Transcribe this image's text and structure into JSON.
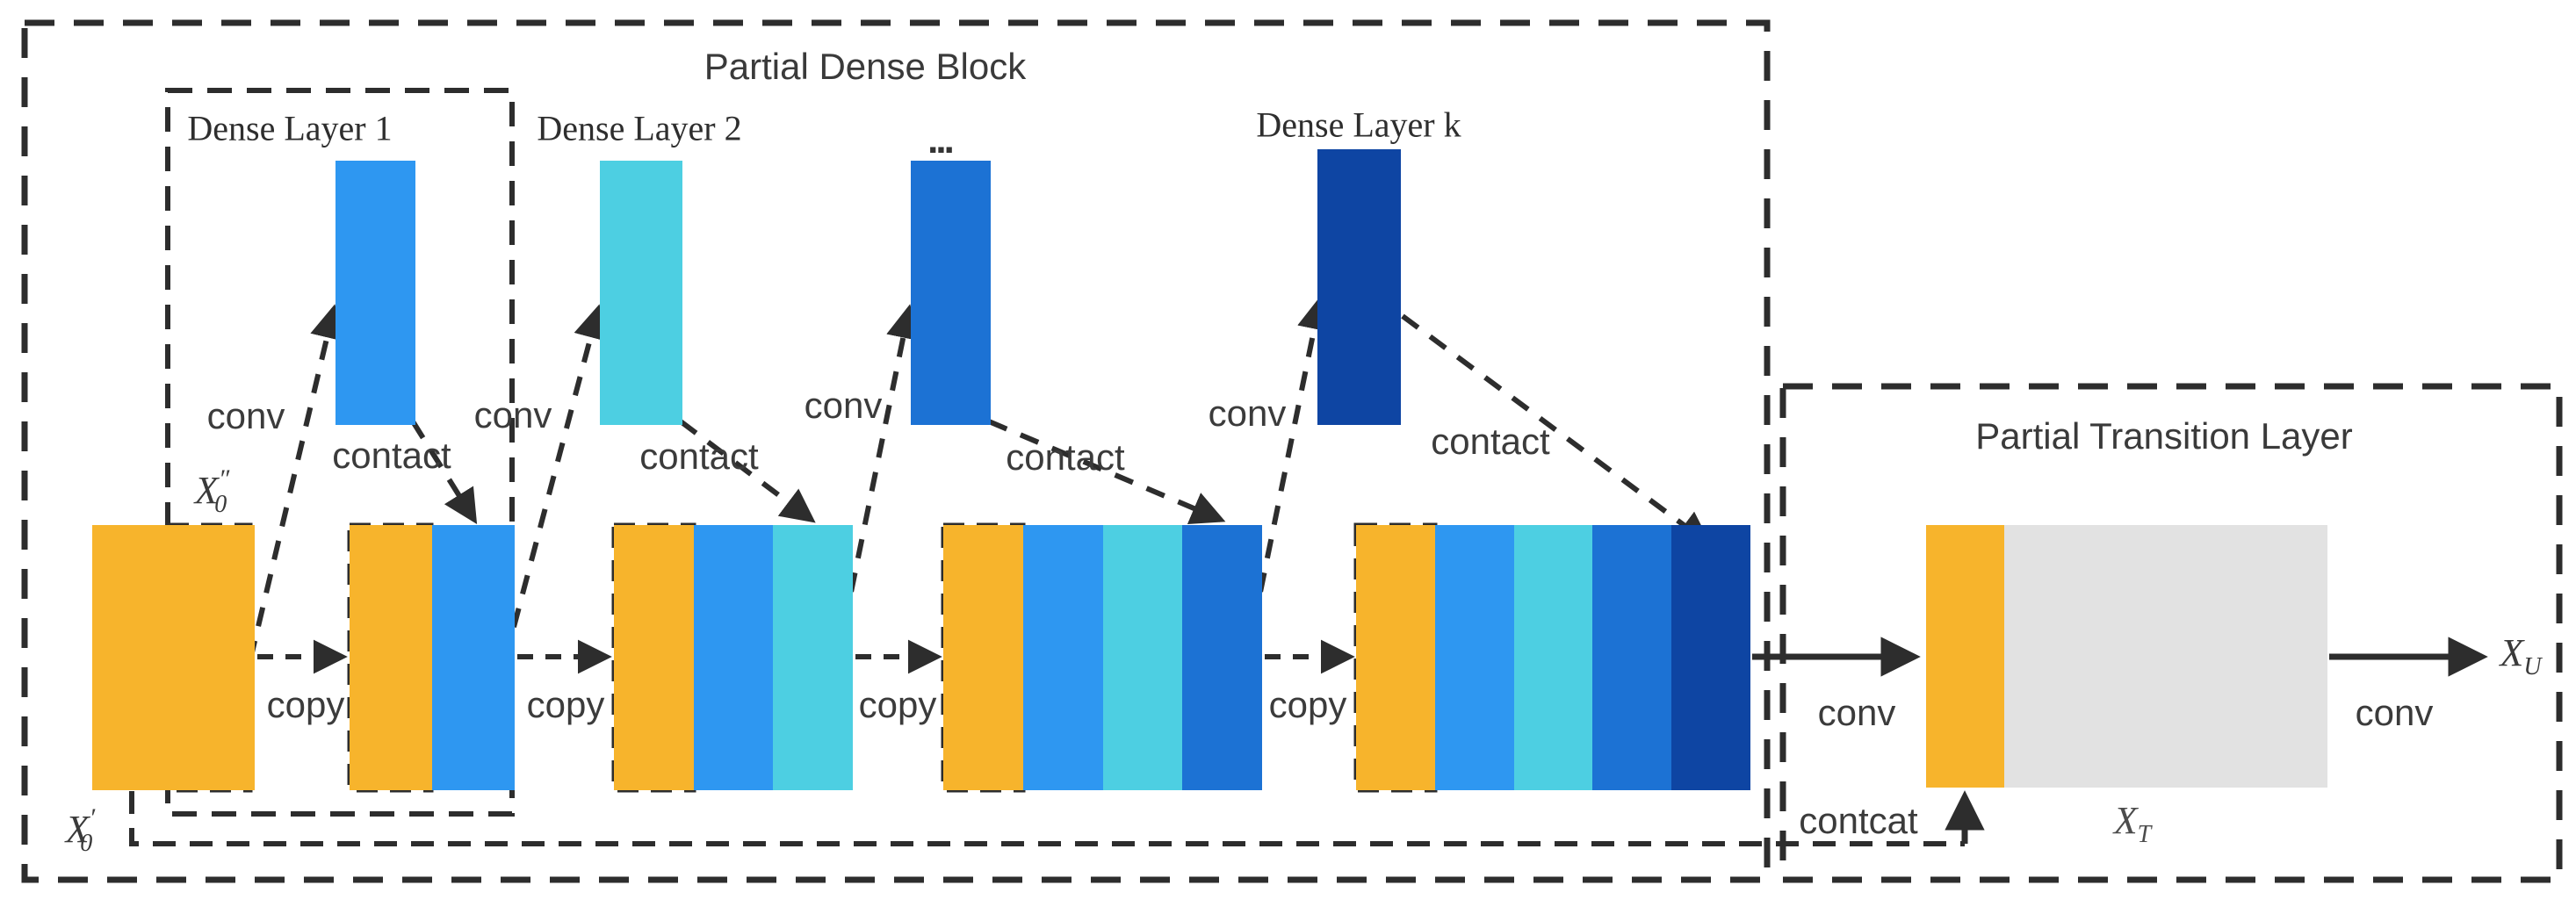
{
  "colors": {
    "yellow": "#F7B42C",
    "blue": "#2E97F1",
    "cyan": "#4DCFE2",
    "royal": "#1C72D4",
    "navy": "#0E45A3",
    "gray": "#E2E2E2",
    "dash": "#2D2D2D",
    "text": "#3B3B3B"
  },
  "dense_block": {
    "title": "Partial Dense Block",
    "layers": [
      {
        "label": "Dense Layer 1",
        "color": "blue"
      },
      {
        "label": "Dense Layer 2",
        "color": "cyan"
      },
      {
        "label": "...",
        "color": "royal"
      },
      {
        "label": "Dense Layer k",
        "color": "navy"
      }
    ],
    "conv_labels": [
      "conv",
      "conv",
      "conv",
      "conv"
    ],
    "contact_labels": [
      "contact",
      "contact",
      "contact",
      "contact"
    ],
    "copy_labels": [
      "copy",
      "copy",
      "copy",
      "copy"
    ],
    "groups": [
      {
        "segments": [
          "yellow"
        ]
      },
      {
        "segments": [
          "yellow",
          "blue"
        ]
      },
      {
        "segments": [
          "yellow",
          "blue",
          "cyan"
        ]
      },
      {
        "segments": [
          "yellow",
          "blue",
          "cyan",
          "royal"
        ]
      },
      {
        "segments": [
          "yellow",
          "blue",
          "cyan",
          "royal",
          "navy"
        ]
      }
    ]
  },
  "transition_layer": {
    "title": "Partial Transition Layer",
    "conv_in_label": "conv",
    "conv_out_label": "conv",
    "contcat_label": "contcat",
    "segments": [
      "yellow",
      "gray"
    ]
  },
  "math": {
    "x0_prime": {
      "base": "X",
      "mark": "′",
      "sub": "0"
    },
    "x0_dprime": {
      "base": "X",
      "mark": "″",
      "sub": "0"
    },
    "x_t": {
      "base": "X",
      "sub": "T"
    },
    "x_u": {
      "base": "X",
      "sub": "U"
    }
  }
}
